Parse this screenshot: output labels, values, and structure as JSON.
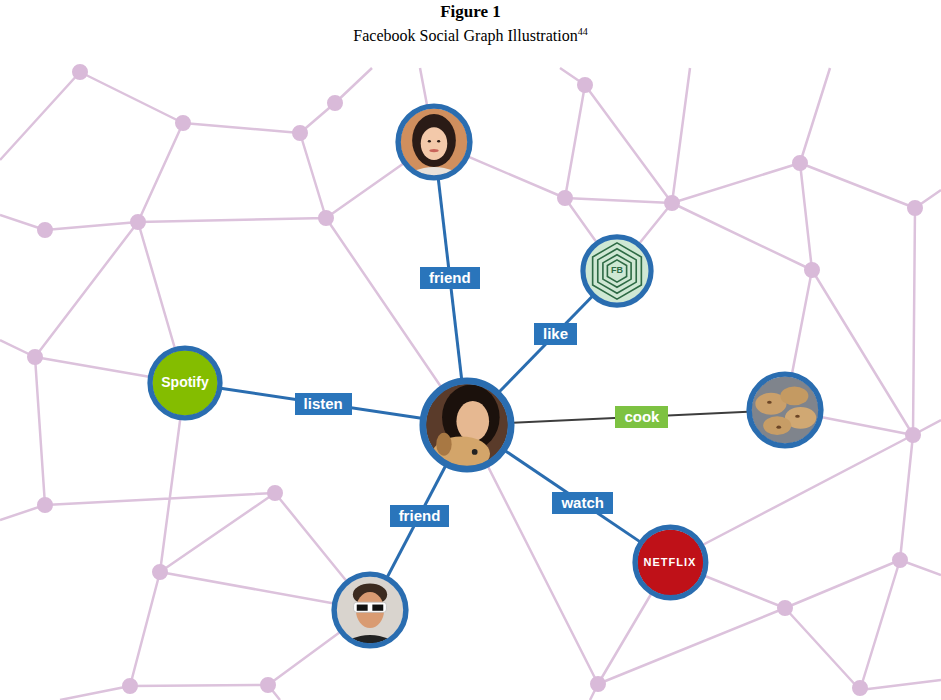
{
  "diagram": {
    "title": "Figure 1",
    "caption": "Facebook Social Graph Illustration",
    "nodes": [
      {
        "text": []
      },
      {
        "text": [
          "FB"
        ]
      },
      {
        "text": [
          "Spotify"
        ]
      },
      {
        "text": []
      },
      {
        "text": []
      },
      {
        "text": [
          "NETFLIX"
        ]
      },
      {
        "text": []
      }
    ],
    "edges": [
      {
        "from": 3,
        "to": 0,
        "arrow": "none",
        "label": "friend"
      },
      {
        "from": 3,
        "to": 1,
        "arrow": "none",
        "label": "like"
      },
      {
        "from": 3,
        "to": 2,
        "arrow": "none",
        "label": "listen"
      },
      {
        "from": 3,
        "to": 4,
        "arrow": "none",
        "label": "cook"
      },
      {
        "from": 3,
        "to": 5,
        "arrow": "none",
        "label": "watch"
      },
      {
        "from": 3,
        "to": 6,
        "arrow": "none",
        "label": "friend"
      }
    ],
    "labels": [
      "44"
    ]
  }
}
